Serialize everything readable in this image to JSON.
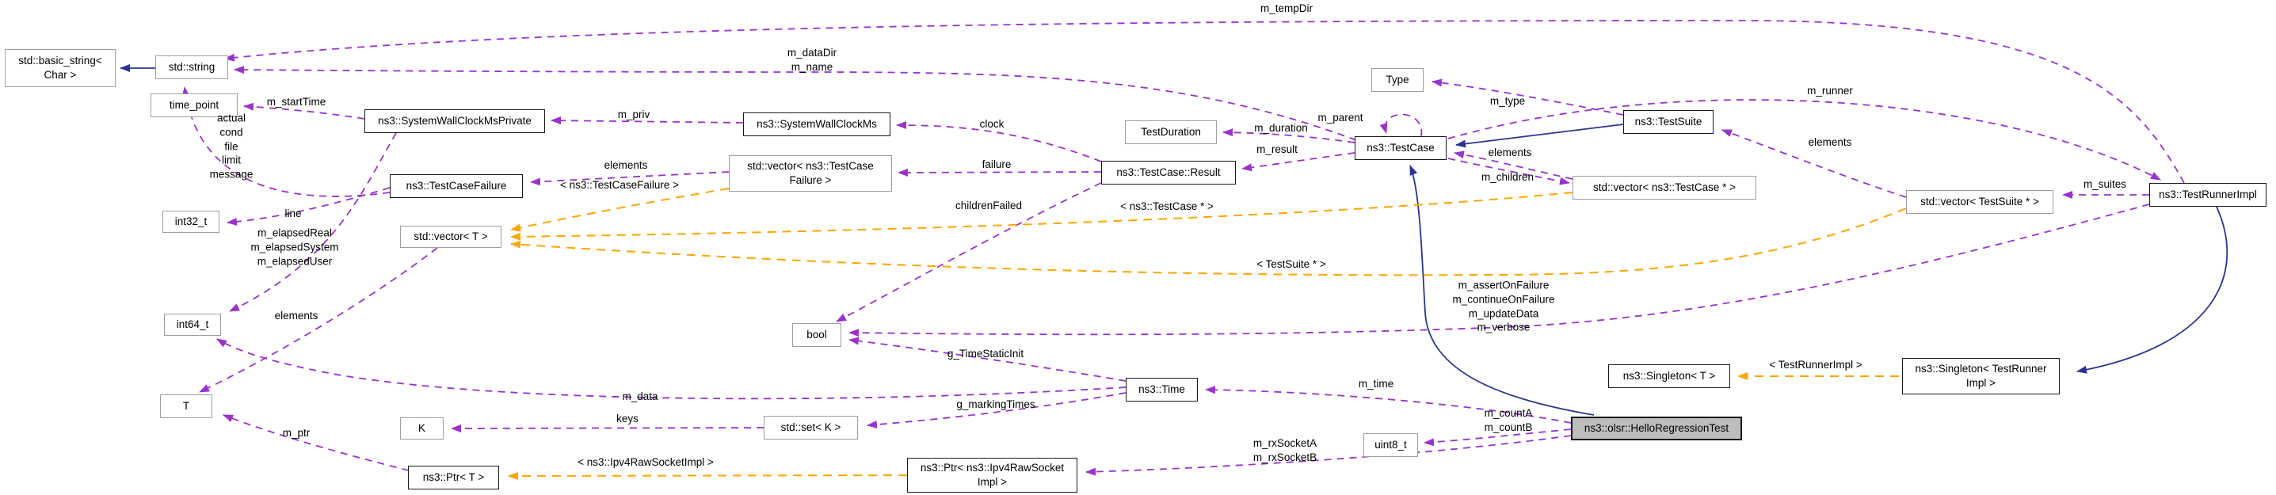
{
  "diagram": {
    "kind": "doxygen-collaboration-graph",
    "main_class": "ns3::olsr::HelloRegressionTest",
    "colors": {
      "usage_edge": "#9a32cd",
      "template_edge": "#ffa500",
      "inheritance_edge": "#2a3490",
      "main_node_fill": "#bdbdbd",
      "node_fill": "#ffffff",
      "linked_node_border": "#17181c",
      "plain_node_border": "#9e9e9e"
    }
  },
  "nodes": [
    {
      "label": "std::basic_string<\nChar >"
    },
    {
      "label": "std::string"
    },
    {
      "label": "time_point"
    },
    {
      "label": "ns3::SystemWallClockMsPrivate"
    },
    {
      "label": "ns3::SystemWallClockMs"
    },
    {
      "label": "TestDuration"
    },
    {
      "label": "ns3::TestCase::Result"
    },
    {
      "label": "ns3::TestCase"
    },
    {
      "label": "Type"
    },
    {
      "label": "ns3::TestSuite"
    },
    {
      "label": "std::vector< ns3::TestCase * >"
    },
    {
      "label": "std::vector< TestSuite * >"
    },
    {
      "label": "ns3::TestRunnerImpl"
    },
    {
      "label": "ns3::TestCaseFailure"
    },
    {
      "label": "std::vector< ns3::TestCase\nFailure >"
    },
    {
      "label": "int32_t"
    },
    {
      "label": "std::vector< T >"
    },
    {
      "label": "int64_t"
    },
    {
      "label": "bool"
    },
    {
      "label": "ns3::Time"
    },
    {
      "label": "T"
    },
    {
      "label": "K"
    },
    {
      "label": "std::set< K >"
    },
    {
      "label": "ns3::Ptr< T >"
    },
    {
      "label": "ns3::Ptr< ns3::Ipv4RawSocket\nImpl >"
    },
    {
      "label": "uint8_t"
    },
    {
      "label": "ns3::Singleton< T >"
    },
    {
      "label": "ns3::Singleton< TestRunner\nImpl >"
    },
    {
      "label": "ns3::olsr::HelloRegressionTest"
    }
  ],
  "edge_labels": [
    {
      "text": "m_tempDir"
    },
    {
      "text": "m_dataDir\nm_name"
    },
    {
      "text": "m_startTime"
    },
    {
      "text": "actual\ncond\nfile\nlimit\nmessage"
    },
    {
      "text": "m_priv"
    },
    {
      "text": "elements"
    },
    {
      "text": "< ns3::TestCaseFailure >"
    },
    {
      "text": "clock"
    },
    {
      "text": "failure"
    },
    {
      "text": "childrenFailed"
    },
    {
      "text": "< ns3::TestCase * >"
    },
    {
      "text": "line"
    },
    {
      "text": "m_elapsedReal\nm_elapsedSystem\nm_elapsedUser"
    },
    {
      "text": "elements"
    },
    {
      "text": "m_duration"
    },
    {
      "text": "m_result"
    },
    {
      "text": "m_parent"
    },
    {
      "text": "m_type"
    },
    {
      "text": "elements"
    },
    {
      "text": "m_children"
    },
    {
      "text": "m_runner"
    },
    {
      "text": "elements"
    },
    {
      "text": "m_suites"
    },
    {
      "text": "< TestSuite * >"
    },
    {
      "text": "m_assertOnFailure\nm_continueOnFailure\nm_updateData\nm_verbose"
    },
    {
      "text": "g_TimeStaticInit"
    },
    {
      "text": "m_data"
    },
    {
      "text": "m_time"
    },
    {
      "text": "g_markingTimes"
    },
    {
      "text": "keys"
    },
    {
      "text": "m_ptr"
    },
    {
      "text": "m_countA\nm_countB"
    },
    {
      "text": "m_rxSocketA\nm_rxSocketB"
    },
    {
      "text": "< ns3::Ipv4RawSocketImpl >"
    },
    {
      "text": "< TestRunnerImpl >"
    }
  ]
}
